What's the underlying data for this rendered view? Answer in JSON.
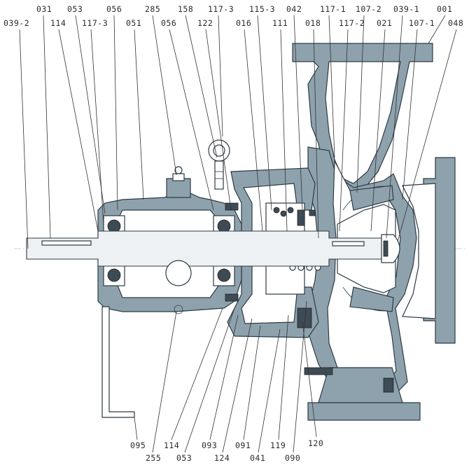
{
  "diagram": {
    "top_row_labels": [
      "031",
      "053",
      "056",
      "285",
      "158",
      "117-3",
      "115-3",
      "042",
      "117-1",
      "107-2",
      "039-1",
      "001"
    ],
    "second_row_labels": [
      "039-2",
      "114",
      "117-3",
      "051",
      "056",
      "122",
      "016",
      "111",
      "018",
      "117-2",
      "021",
      "107-1",
      "048"
    ],
    "bottom_row_labels": [
      "095",
      "114",
      "093",
      "091",
      "119",
      "120"
    ],
    "lowest_row_labels": [
      "255",
      "053",
      "124",
      "041",
      "090"
    ],
    "colors": {
      "casting": "#8ea2ae",
      "outline": "#2d3a42",
      "background": "#ffffff"
    }
  }
}
